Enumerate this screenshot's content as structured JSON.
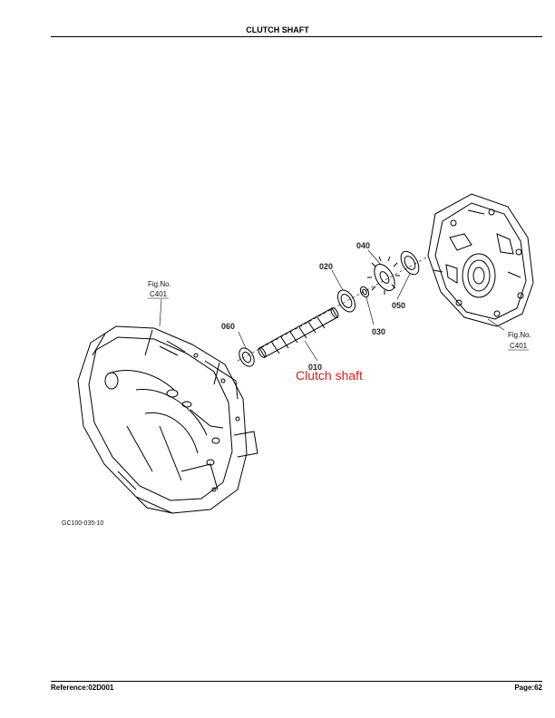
{
  "header": {
    "title": "CLUTCH SHAFT"
  },
  "footer": {
    "reference": "Reference:02D001",
    "page": "Page:62"
  },
  "diagram": {
    "caption": "Clutch shaft",
    "drawing_id": "GC100-035-10",
    "fig_ref_left": {
      "line1": "Fig.No.",
      "line2": "C401"
    },
    "fig_ref_right": {
      "line1": "Fig.No.",
      "line2": "C401"
    },
    "callouts": {
      "p010": "010",
      "p020": "020",
      "p030": "030",
      "p040": "040",
      "p050": "050",
      "p060": "060"
    }
  }
}
